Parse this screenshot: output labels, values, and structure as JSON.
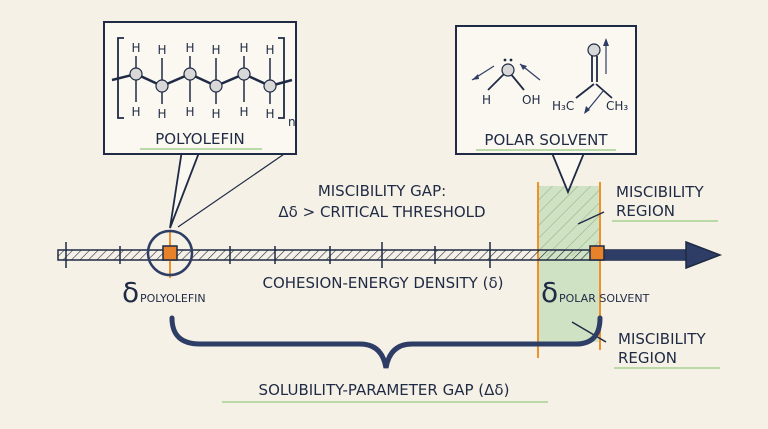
{
  "polyolefin_box": {
    "title": "POLYOLEFIN",
    "subscript_n": "n",
    "atom_h": "H"
  },
  "polar_box": {
    "title": "POLAR SOLVENT",
    "water_h": "H",
    "water_oh": "OH",
    "acetone_left": "H₃C",
    "acetone_right": "CH₃"
  },
  "labels": {
    "gap_line1": "MISCIBILITY GAP:",
    "gap_line2": "Δδ > CRITICAL THRESHOLD",
    "axis_label": "COHESION-ENERGY DENSITY (δ)",
    "delta_symbol": "δ",
    "delta_polyolefin_sub": "POLYOLEFIN",
    "delta_polar_sub": "POLAR SOLVENT",
    "miscibility_top_1": "MISCIBILITY",
    "miscibility_top_2": "REGION",
    "miscibility_bottom_1": "MISCIBILITY",
    "miscibility_bottom_2": "REGION",
    "brace_label": "SOLUBILITY-PARAMETER GAP (Δδ)"
  },
  "colors": {
    "ink": "#1f2a44",
    "background": "#f6f1e6",
    "accent_orange": "#f0902a",
    "region_green": "#c9dfbd",
    "underline_green": "#b9d9a6"
  }
}
